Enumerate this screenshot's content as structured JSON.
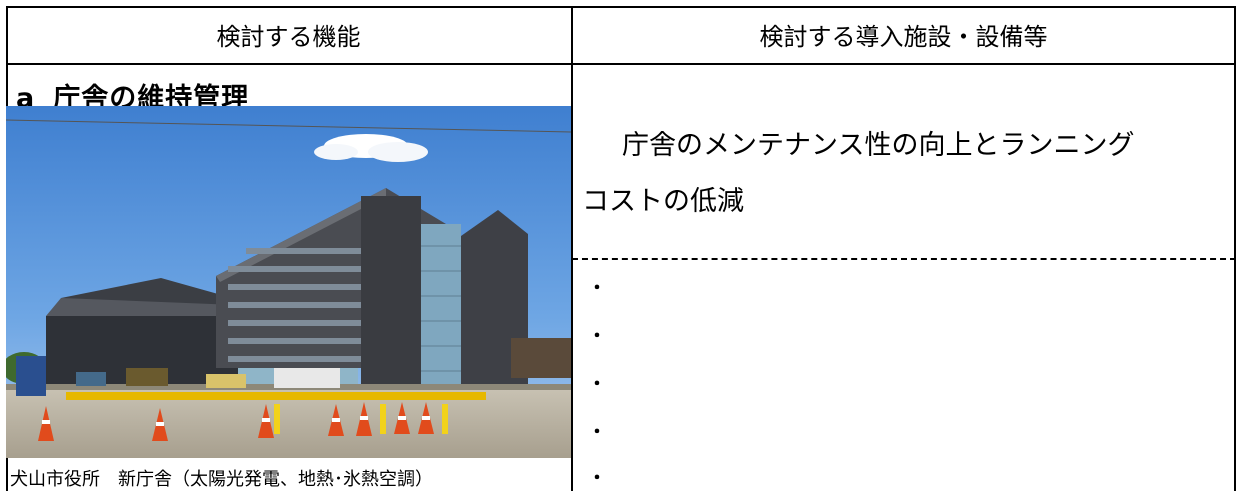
{
  "header": {
    "col1": "検討する機能",
    "col2": "検討する導入施設・設備等"
  },
  "row": {
    "marker": "a",
    "title": "庁舎の維持管理",
    "photo_caption": "犬山市役所　新庁舎（太陽光発電、地熱･氷熱空調）",
    "description_line1": "庁舎のメンテナンス性の向上とランニング",
    "description_line2": "コストの低減",
    "bullets": [
      "・",
      "・",
      "・",
      "・",
      "・"
    ]
  }
}
